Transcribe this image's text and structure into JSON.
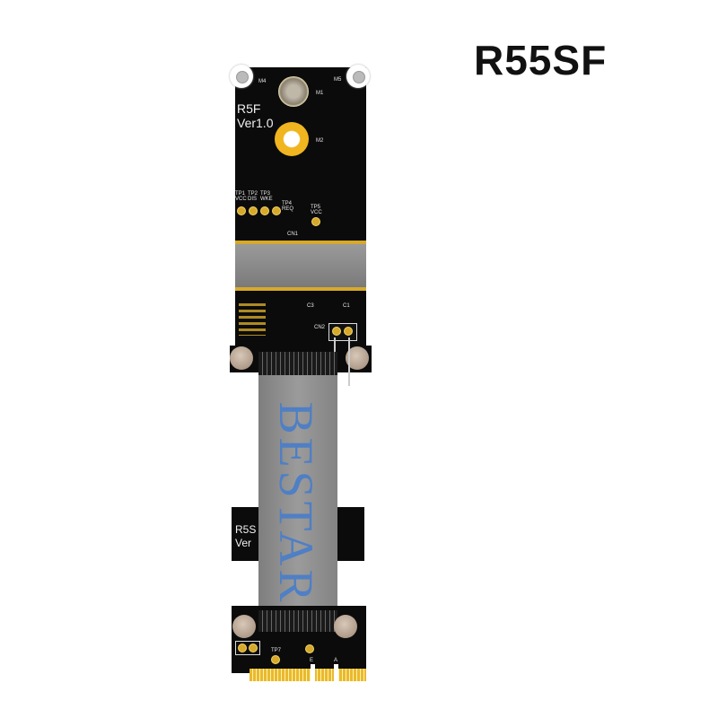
{
  "title": "R55SF",
  "top_board": {
    "model": "R5F",
    "version": "Ver1.0",
    "mount_labels": [
      "M4",
      "M5",
      "M1",
      "M2"
    ],
    "test_points": [
      {
        "id": "TP1",
        "label": "VCC"
      },
      {
        "id": "TP2",
        "label": "DIS"
      },
      {
        "id": "TP3",
        "label": "WKE"
      },
      {
        "id": "TP4",
        "label": "REQ"
      },
      {
        "id": "TP5",
        "label": "VCC"
      }
    ],
    "connector_label": "CN1",
    "cap_labels": [
      "C3",
      "C1"
    ],
    "header_label": "CN2"
  },
  "cable": {
    "brand": "BESTAR"
  },
  "bottom_board": {
    "model": "R5S",
    "version": "Ver",
    "key_labels": [
      "E",
      "A"
    ],
    "test_point": "TP7"
  },
  "colors": {
    "pcb": "#0b0b0b",
    "cable": "#8e8e8e",
    "brand_text": "#4f7fc4",
    "gold": "#e9b92e"
  }
}
